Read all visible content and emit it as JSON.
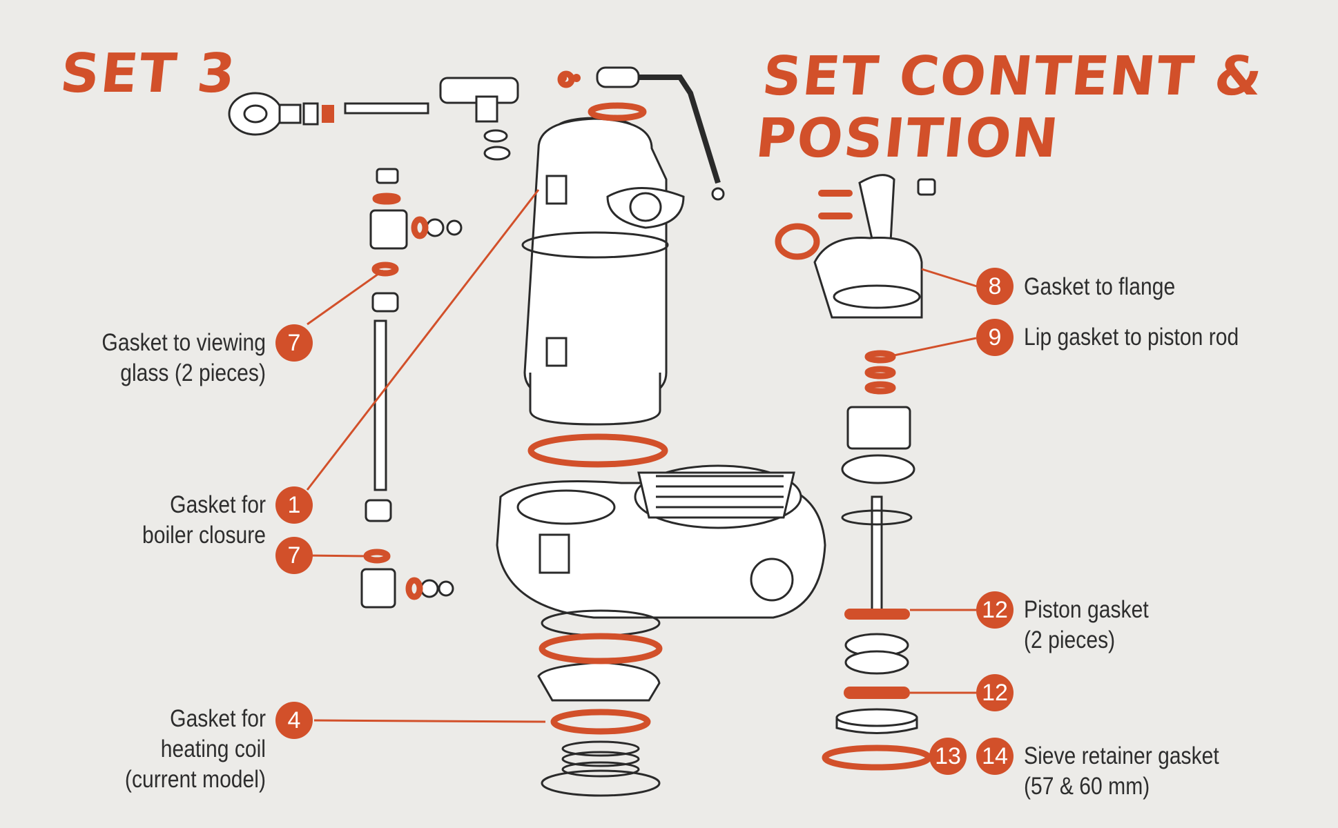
{
  "colors": {
    "accent": "#d2502a",
    "background": "#ecebe8",
    "ink": "#2d2d2d"
  },
  "set_title": "SET 3",
  "heading": "SET CONTENT & POSITION",
  "callouts": {
    "viewing_glass": {
      "number": "7",
      "line1": "Gasket to viewing",
      "line2": "glass (2 pieces)"
    },
    "boiler_closure": {
      "number": "1",
      "line1": "Gasket for",
      "line2": "boiler closure"
    },
    "viewing_glass_lower": {
      "number": "7"
    },
    "heating_coil": {
      "number": "4",
      "line1": "Gasket for",
      "line2": "heating coil",
      "line3": "(current model)"
    },
    "flange": {
      "number": "8",
      "line1": "Gasket to flange"
    },
    "piston_rod": {
      "number": "9",
      "line1": "Lip gasket to piston rod"
    },
    "piston": {
      "number": "12",
      "line1": "Piston gasket",
      "line2": "(2 pieces)"
    },
    "piston_lower": {
      "number": "12"
    },
    "sieve_retainer": {
      "number_a": "13",
      "number_b": "14",
      "line1": "Sieve retainer gasket",
      "line2": "(57 & 60 mm)"
    }
  }
}
